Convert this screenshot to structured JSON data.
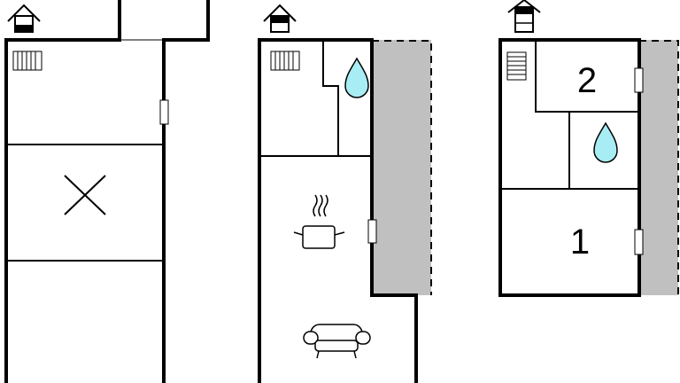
{
  "title": "Floor plan",
  "colors": {
    "wall": "#000000",
    "terrace": "#c0c0c0",
    "water": "#a8ecf4"
  },
  "plans": [
    {
      "name": "floor-plan-1",
      "icons": [
        "house-level-icon",
        "radiator-icon",
        "void-cross-icon",
        "window-icon"
      ]
    },
    {
      "name": "floor-plan-2",
      "icons": [
        "house-level-icon",
        "radiator-icon",
        "bathroom-drop-icon",
        "kitchen-pot-icon",
        "sofa-icon",
        "window-icon"
      ]
    },
    {
      "name": "floor-plan-3",
      "icons": [
        "house-level-icon",
        "stairs-icon",
        "bathroom-drop-icon",
        "window-icon"
      ],
      "rooms": [
        {
          "label": "2"
        },
        {
          "label": "1"
        }
      ]
    }
  ]
}
